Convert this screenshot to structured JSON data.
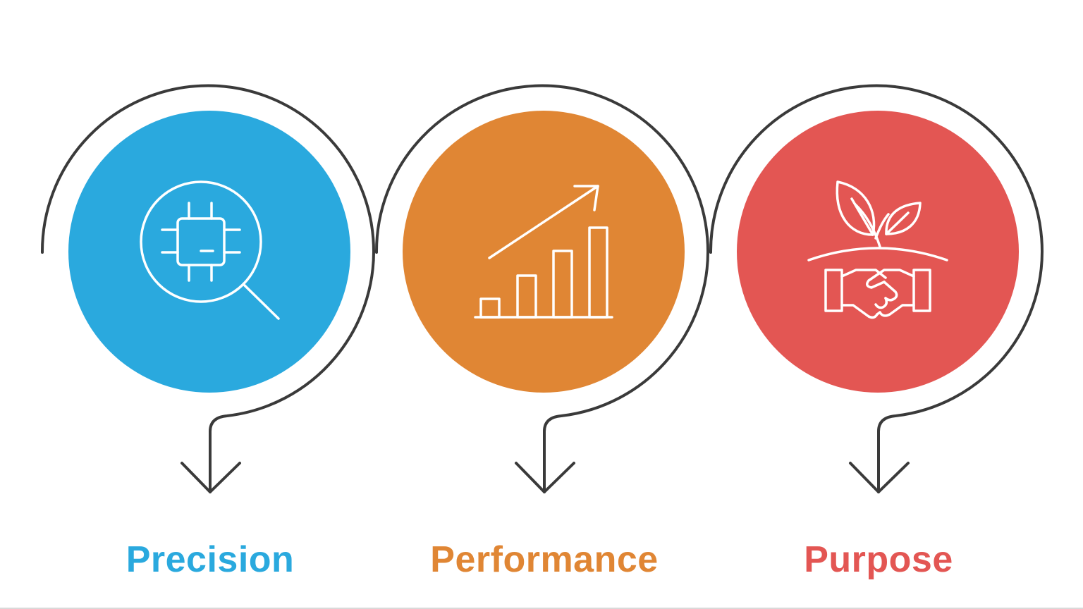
{
  "colors": {
    "precision": "#2AA9DE",
    "performance": "#E08634",
    "purpose": "#E35653",
    "connector": "#3a3a3a",
    "icon_stroke": "#ffffff"
  },
  "stages": [
    {
      "label": "Precision",
      "icon": "chip-magnifier-icon"
    },
    {
      "label": "Performance",
      "icon": "growth-chart-icon"
    },
    {
      "label": "Purpose",
      "icon": "sprout-handshake-icon"
    }
  ]
}
